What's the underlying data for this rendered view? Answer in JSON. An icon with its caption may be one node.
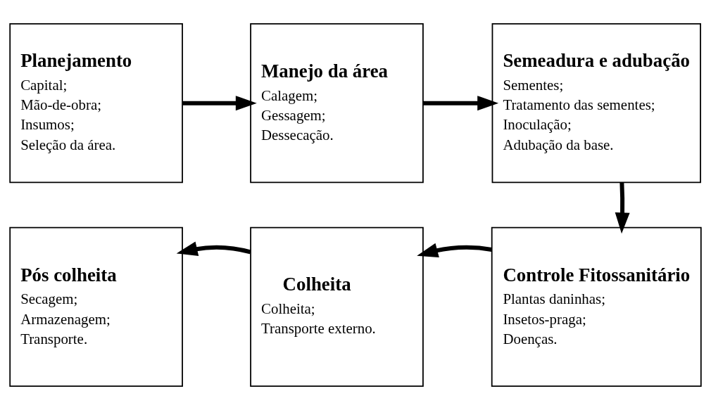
{
  "diagram": {
    "nodes": [
      {
        "text": [
          "Planejamento",
          "Capital;",
          "Mão-de-obra;",
          "Insumos;",
          "Seleção da área."
        ]
      },
      {
        "text": [
          "Manejo da área",
          "Calagem;",
          "Gessagem;",
          "Dessecação."
        ]
      },
      {
        "text": [
          "Semeadura e adubação",
          "Sementes;",
          "Tratamento das sementes;",
          "Inoculação;",
          "Adubação da base."
        ]
      },
      {
        "text": [
          "Controle Fitossanitário",
          "Plantas daninhas;",
          "Insetos-praga;",
          "Doenças."
        ]
      },
      {
        "text": [
          "Colheita",
          "Colheita;",
          "Transporte externo."
        ]
      },
      {
        "text": [
          "Pós colheita",
          "Secagem;",
          "Armazenagem;",
          "Transporte."
        ]
      }
    ],
    "edges": [
      {
        "from": 0,
        "to": 1,
        "arrow": "to"
      },
      {
        "from": 1,
        "to": 2,
        "arrow": "to"
      },
      {
        "from": 2,
        "to": 3,
        "arrow": "to"
      },
      {
        "from": 3,
        "to": 4,
        "arrow": "to"
      },
      {
        "from": 4,
        "to": 5,
        "arrow": "to"
      }
    ]
  }
}
